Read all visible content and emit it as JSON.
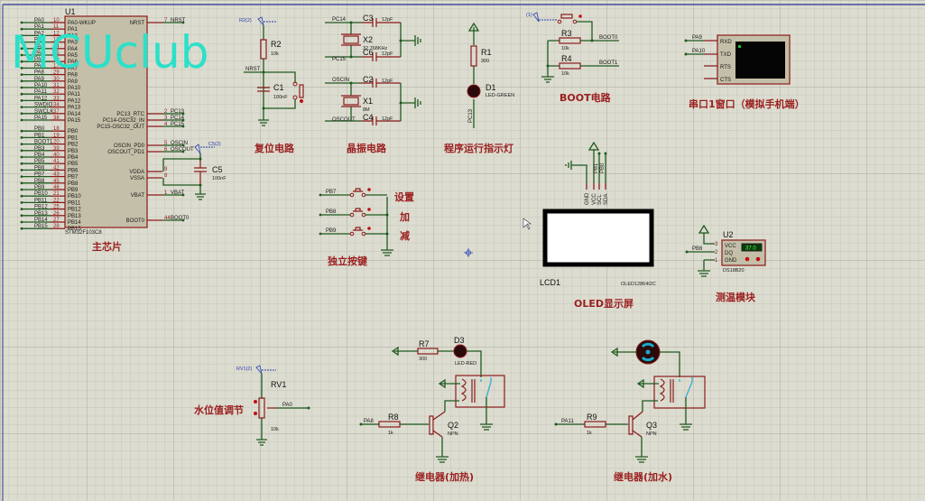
{
  "watermark": "MCUclub",
  "mcu": {
    "ref": "U1",
    "part": "STM32F103C8",
    "title": "主芯片",
    "left_pins": [
      {
        "net": "PA0",
        "num": "10",
        "name": "PA0-WKUP"
      },
      {
        "net": "PA1",
        "num": "11",
        "name": "PA1"
      },
      {
        "net": "PA2",
        "num": "12",
        "name": "PA2"
      },
      {
        "net": "PA3",
        "num": "13",
        "name": "PA3"
      },
      {
        "net": "PA4",
        "num": "14",
        "name": "PA4"
      },
      {
        "net": "PA5",
        "num": "15",
        "name": "PA5"
      },
      {
        "net": "PA6",
        "num": "16",
        "name": "PA6"
      },
      {
        "net": "PA7",
        "num": "17",
        "name": "PA7"
      },
      {
        "net": "PA8",
        "num": "29",
        "name": "PA8"
      },
      {
        "net": "PA9",
        "num": "30",
        "name": "PA9"
      },
      {
        "net": "PA10",
        "num": "31",
        "name": "PA10"
      },
      {
        "net": "PA11",
        "num": "32",
        "name": "PA11"
      },
      {
        "net": "PA12",
        "num": "33",
        "name": "PA12"
      },
      {
        "net": "SWDIO",
        "num": "34",
        "name": "PA13"
      },
      {
        "net": "SWCLK",
        "num": "37",
        "name": "PA14"
      },
      {
        "net": "PA15",
        "num": "38",
        "name": "PA15"
      },
      {
        "net": "PB0",
        "num": "18",
        "name": "PB0"
      },
      {
        "net": "PB1",
        "num": "19",
        "name": "PB1"
      },
      {
        "net": "BOOT1",
        "num": "20",
        "name": "PB2"
      },
      {
        "net": "PB3",
        "num": "39",
        "name": "PB3"
      },
      {
        "net": "PB4",
        "num": "40",
        "name": "PB4"
      },
      {
        "net": "PB5",
        "num": "41",
        "name": "PB5"
      },
      {
        "net": "PB6",
        "num": "42",
        "name": "PB6"
      },
      {
        "net": "PB7",
        "num": "43",
        "name": "PB7"
      },
      {
        "net": "PB8",
        "num": "45",
        "name": "PB8"
      },
      {
        "net": "PB9",
        "num": "46",
        "name": "PB9"
      },
      {
        "net": "PB10",
        "num": "21",
        "name": "PB10"
      },
      {
        "net": "PB11",
        "num": "22",
        "name": "PB11"
      },
      {
        "net": "PB12",
        "num": "25",
        "name": "PB12"
      },
      {
        "net": "PB13",
        "num": "26",
        "name": "PB13"
      },
      {
        "net": "PB14",
        "num": "27",
        "name": "PB14"
      },
      {
        "net": "PB15",
        "num": "28",
        "name": "PB15"
      }
    ],
    "right_pins": [
      {
        "net": "NRST",
        "num": "7",
        "name": "NRST"
      },
      {
        "net": "PC13",
        "num": "2",
        "name": "PC13_RTC"
      },
      {
        "net": "PC14",
        "num": "3",
        "name": "PC14-OSC32_IN"
      },
      {
        "net": "PC15",
        "num": "4",
        "name": "PC15-OSC32_OUT"
      },
      {
        "net": "OSCIN",
        "num": "5",
        "name": "OSCIN_PD0"
      },
      {
        "net": "OSCOUT",
        "num": "6",
        "name": "OSCOUT_PD1"
      },
      {
        "net": "",
        "num": "9",
        "name": "VDDA"
      },
      {
        "net": "",
        "num": "8",
        "name": "VSSA"
      },
      {
        "net": "VBAT",
        "num": "1",
        "name": "VBAT"
      },
      {
        "net": "BOOT0",
        "num": "44",
        "name": "BOOT0"
      }
    ],
    "c5": {
      "ref": "C5",
      "value": "100nF",
      "probe": "C5(2)"
    }
  },
  "reset": {
    "title": "复位电路",
    "r2": {
      "ref": "R2",
      "value": "10k",
      "probe": "R2(2)"
    },
    "c1": {
      "ref": "C1",
      "value": "100nF"
    },
    "net": "NRST"
  },
  "crystal": {
    "title": "晶振电路",
    "x2": {
      "ref": "X2",
      "value": "32.768KHz"
    },
    "x1": {
      "ref": "X1",
      "value": "8M"
    },
    "caps": [
      {
        "ref": "C3",
        "value": "12pF",
        "net": "PC14"
      },
      {
        "ref": "C6",
        "value": "12pF",
        "net": "PC15"
      },
      {
        "ref": "C2",
        "value": "12pF",
        "net": "OSCIN"
      },
      {
        "ref": "C4",
        "value": "12pF",
        "net": "OSCOUT"
      }
    ]
  },
  "led": {
    "title": "程序运行指示灯",
    "r1": {
      "ref": "R1",
      "value": "300"
    },
    "d1": {
      "ref": "D1",
      "value": "LED-GREEN"
    },
    "net": "PC13"
  },
  "boot": {
    "title": "BOOT电路",
    "probe": "(1)",
    "r3": {
      "ref": "R3",
      "value": "10k",
      "net": "BOOT0"
    },
    "r4": {
      "ref": "R4",
      "value": "10k",
      "net": "BOOT1"
    }
  },
  "uart": {
    "title": "串口1窗口（模拟手机端）",
    "nets": [
      "PA9",
      "PA10"
    ],
    "pins": [
      "RXD",
      "TXD",
      "RTS",
      "CTS"
    ]
  },
  "buttons": {
    "title": "独立按键",
    "items": [
      {
        "net": "PB7",
        "label": "设置"
      },
      {
        "net": "PB8",
        "label": "加"
      },
      {
        "net": "PB9",
        "label": "减"
      }
    ]
  },
  "oled": {
    "title": "OLED显示屏",
    "ref": "LCD1",
    "part": "OLED12864I2C",
    "pins": [
      "GND",
      "VCC",
      "SCL",
      "SDA"
    ],
    "nets": [
      "PB1",
      "PB0"
    ]
  },
  "temp": {
    "title": "测温模块",
    "ref": "U2",
    "part": "DS18B20",
    "net": "PB6",
    "pins": [
      {
        "num": "3",
        "name": "VCC"
      },
      {
        "num": "2",
        "name": "DQ"
      },
      {
        "num": "1",
        "name": "GND"
      }
    ],
    "reading": "37.0"
  },
  "pot": {
    "title": "水位值调节",
    "ref": "RV1",
    "value": "10k",
    "probe": "RV1(2)",
    "net": "PA0"
  },
  "relay_heat": {
    "title": "继电器(加热)",
    "r7": {
      "ref": "R7",
      "value": "300"
    },
    "d3": {
      "ref": "D3",
      "value": "LED-RED"
    },
    "r8": {
      "ref": "R8",
      "value": "1k"
    },
    "q": {
      "ref": "Q2",
      "value": "NPN"
    },
    "net": "PA8"
  },
  "relay_water": {
    "title": "继电器(加水)",
    "r9": {
      "ref": "R9",
      "value": "1k"
    },
    "q": {
      "ref": "Q3",
      "value": "NPN"
    },
    "net": "PA11"
  },
  "colors": {
    "wire": "#1f5a1f",
    "part": "#8b1a1a",
    "title": "#9b1f1f",
    "watermark": "#2ce0c8",
    "grid_bg": "#d8d8cc"
  }
}
